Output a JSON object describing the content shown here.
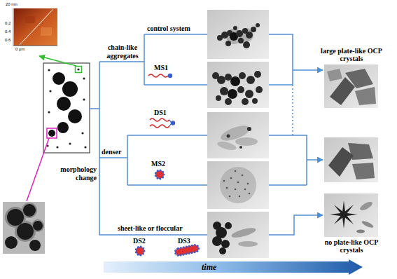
{
  "diagram": {
    "nodes": [
      {
        "text": [
          "20 nm",
          "0.2",
          "0.4",
          "0.6",
          "0 μm"
        ]
      },
      {
        "text": [
          "large plate-like OCP crystals"
        ]
      },
      {
        "text": [
          "no plate-like OCP crystals"
        ]
      },
      {
        "text": [
          "time"
        ]
      }
    ],
    "labels": [
      "chain-like aggregates",
      "control system",
      "MS1",
      "denser",
      "DS1",
      "MS2",
      "morphology change",
      "sheet-like or floccular",
      "DS2",
      "DS3"
    ]
  }
}
